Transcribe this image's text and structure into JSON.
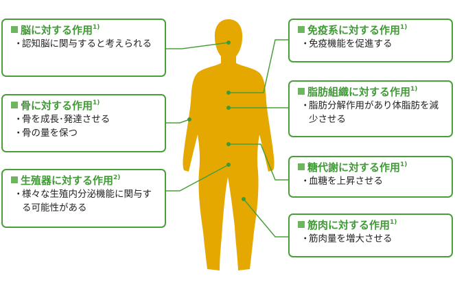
{
  "body_color": "#e5a800",
  "accent_color": "#4a9e3a",
  "boxes": [
    {
      "id": "brain",
      "title": "脳に対する作用",
      "ref": "1)",
      "items": [
        "認知脳に関与すると考えられる"
      ]
    },
    {
      "id": "bone",
      "title": "骨に対する作用",
      "ref": "1)",
      "items": [
        "骨を成長･発達させる",
        "骨の量を保つ"
      ]
    },
    {
      "id": "reproductive",
      "title": "生殖器に対する作用",
      "ref": "2)",
      "items": [
        "様々な生殖内分泌機能に関与する可能性がある"
      ]
    },
    {
      "id": "immune",
      "title": "免疫系に対する作用",
      "ref": "1)",
      "items": [
        "免疫機能を促進する"
      ]
    },
    {
      "id": "fat",
      "title": "脂肪組織に対する作用",
      "ref": "1)",
      "items": [
        "脂肪分解作用があり体脂肪を減少させる"
      ]
    },
    {
      "id": "sugar",
      "title": "糖代謝に対する作用",
      "ref": "1)",
      "items": [
        "血糖を上昇させる"
      ]
    },
    {
      "id": "muscle",
      "title": "筋肉に対する作用",
      "ref": "1)",
      "items": [
        "筋肉量を増大させる"
      ]
    }
  ]
}
